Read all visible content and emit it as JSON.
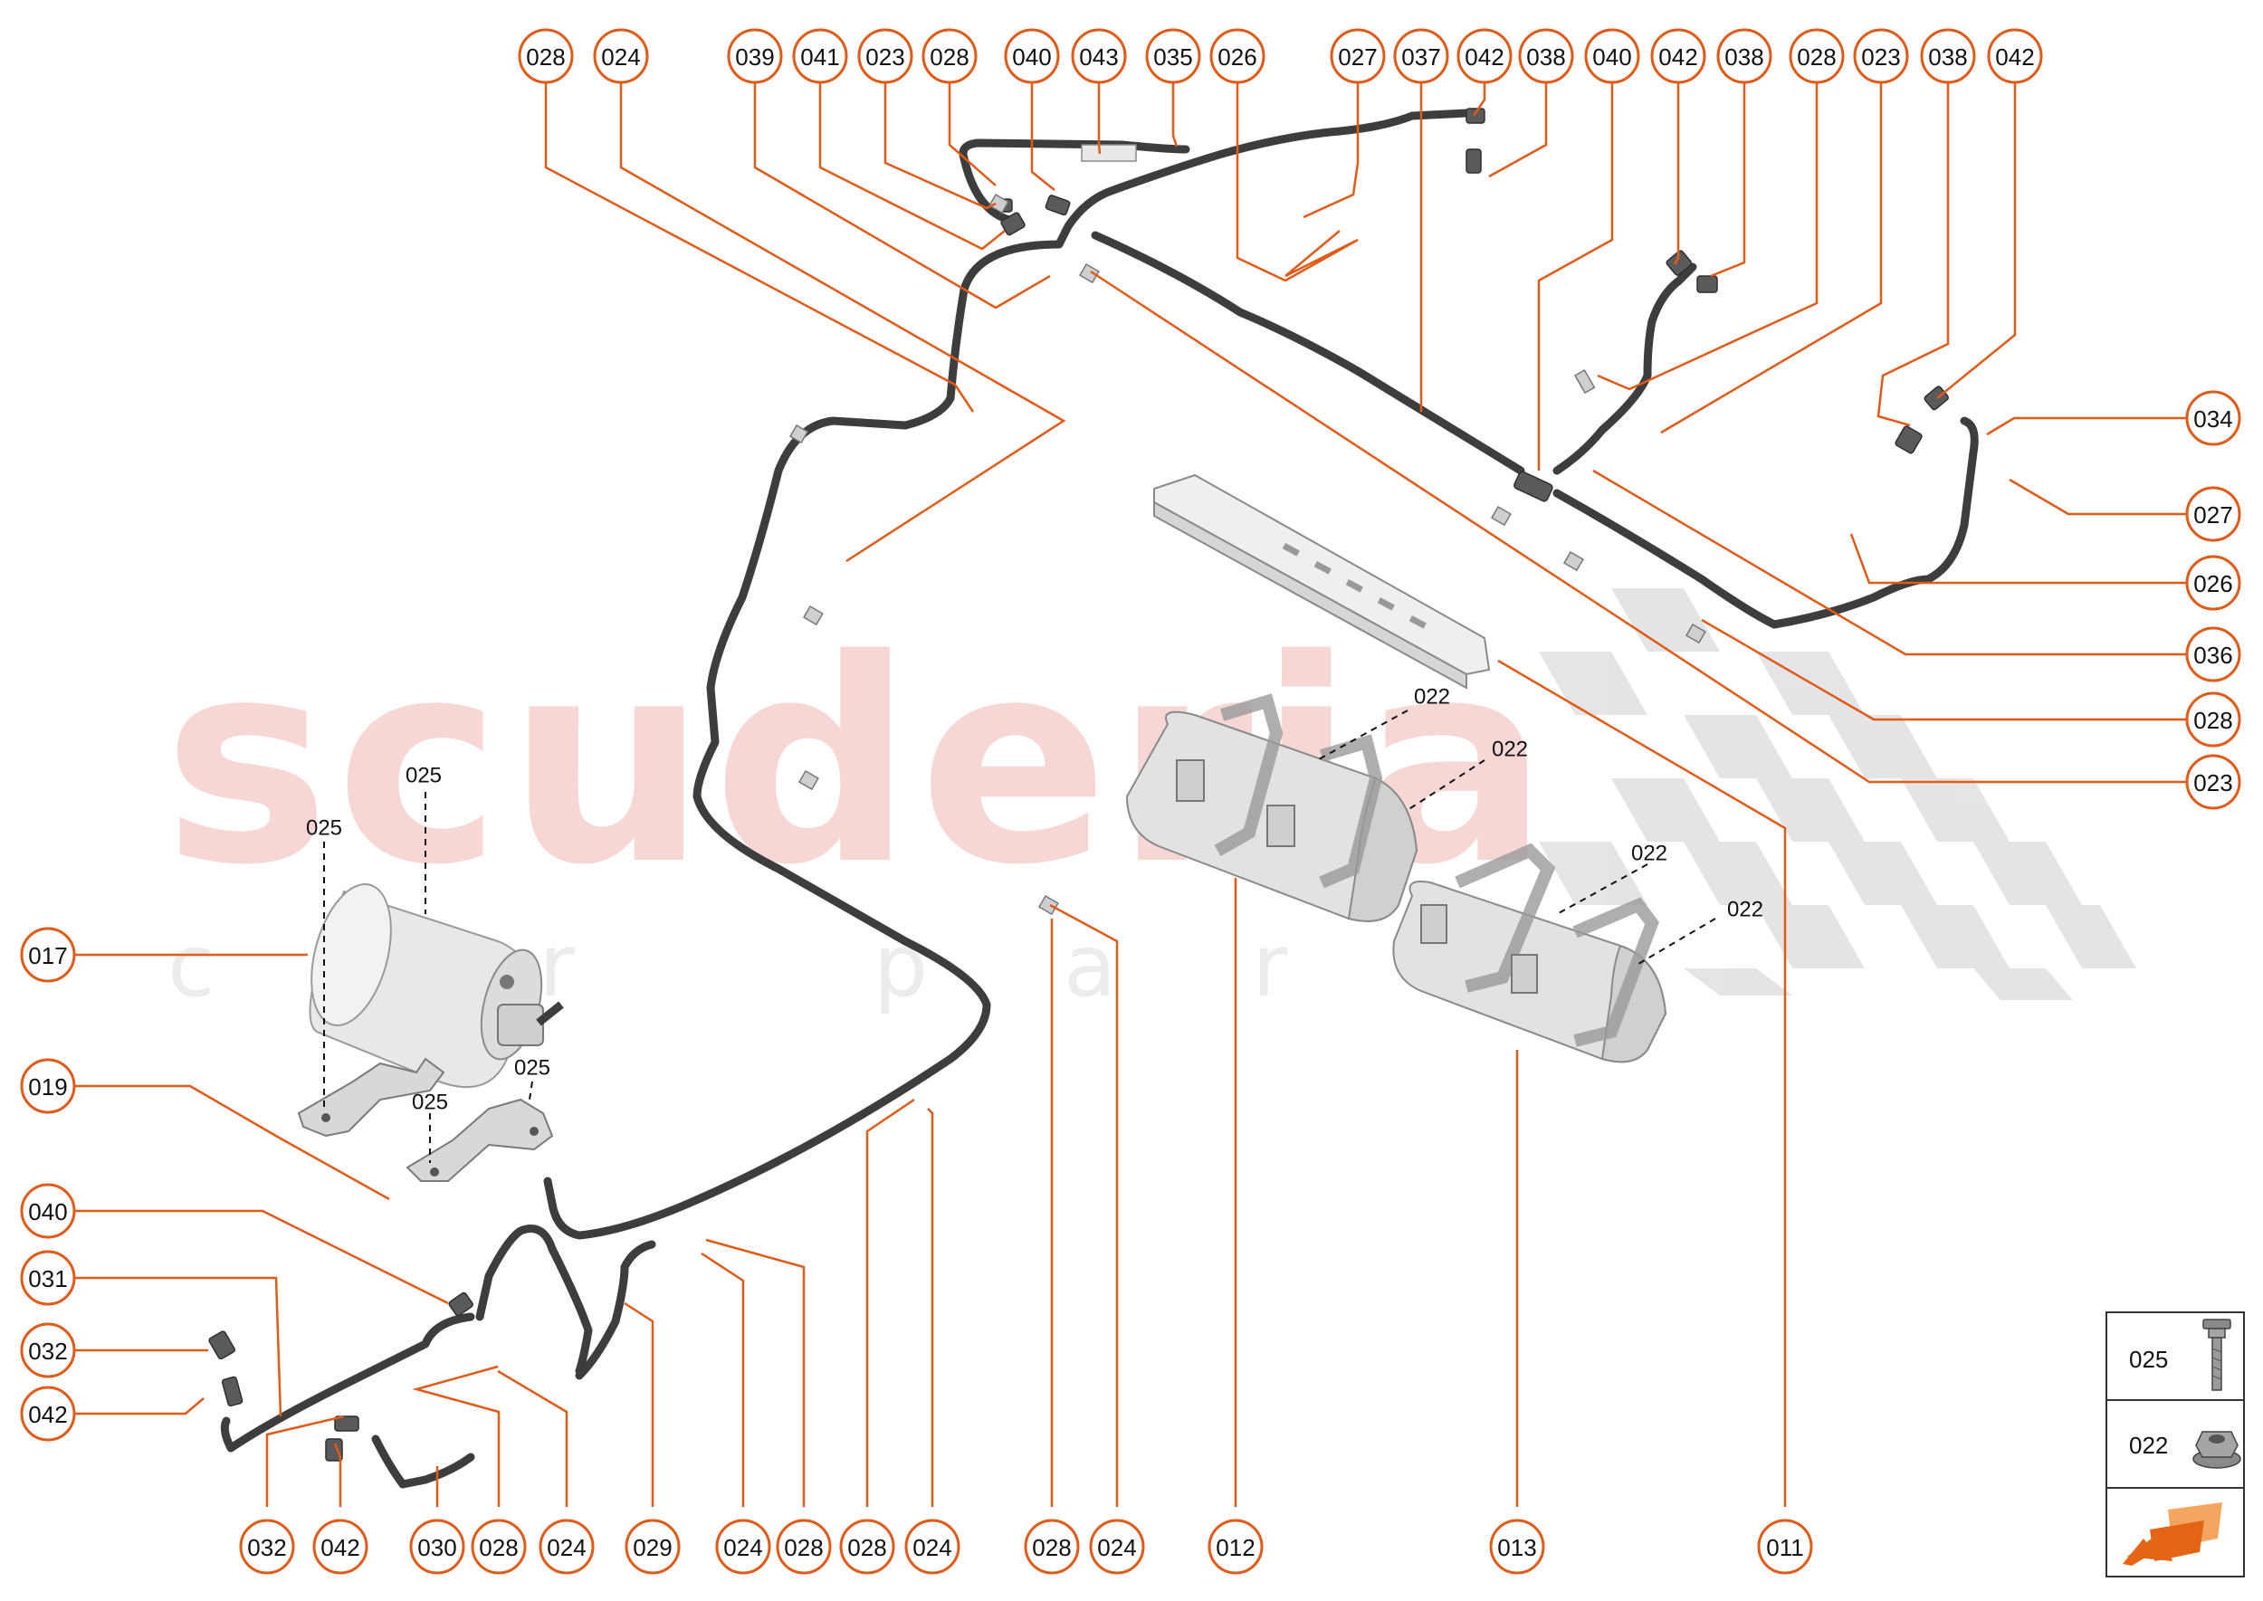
{
  "watermark": {
    "main": "scuderia",
    "sub": "car parts",
    "color": "#f4c9c9",
    "checker_color": "#d9d9de"
  },
  "colors": {
    "leader": "#e05a18",
    "callout_border": "#e05a18",
    "pipe": "#3d3d40",
    "part": "#e6e6e6"
  },
  "callouts": [
    {
      "id": "c1",
      "label": "028"
    },
    {
      "id": "c2",
      "label": "024"
    },
    {
      "id": "c3",
      "label": "039"
    },
    {
      "id": "c4",
      "label": "041"
    },
    {
      "id": "c5",
      "label": "023"
    },
    {
      "id": "c6",
      "label": "028"
    },
    {
      "id": "c7",
      "label": "040"
    },
    {
      "id": "c8",
      "label": "043"
    },
    {
      "id": "c9",
      "label": "035"
    },
    {
      "id": "c10",
      "label": "026"
    },
    {
      "id": "c11",
      "label": "027"
    },
    {
      "id": "c12",
      "label": "037"
    },
    {
      "id": "c13",
      "label": "042"
    },
    {
      "id": "c14",
      "label": "038"
    },
    {
      "id": "c15",
      "label": "040"
    },
    {
      "id": "c16",
      "label": "042"
    },
    {
      "id": "c17",
      "label": "038"
    },
    {
      "id": "c18",
      "label": "028"
    },
    {
      "id": "c19",
      "label": "023"
    },
    {
      "id": "c20",
      "label": "038"
    },
    {
      "id": "c21",
      "label": "042"
    },
    {
      "id": "r1",
      "label": "034"
    },
    {
      "id": "r2",
      "label": "027"
    },
    {
      "id": "r3",
      "label": "026"
    },
    {
      "id": "r4",
      "label": "036"
    },
    {
      "id": "r5",
      "label": "028"
    },
    {
      "id": "r6",
      "label": "023"
    },
    {
      "id": "l1",
      "label": "017"
    },
    {
      "id": "l2",
      "label": "019"
    },
    {
      "id": "l3",
      "label": "040"
    },
    {
      "id": "l4",
      "label": "031"
    },
    {
      "id": "l5",
      "label": "032"
    },
    {
      "id": "l6",
      "label": "042"
    },
    {
      "id": "b1",
      "label": "032"
    },
    {
      "id": "b2",
      "label": "042"
    },
    {
      "id": "b3",
      "label": "030"
    },
    {
      "id": "b4",
      "label": "028"
    },
    {
      "id": "b5",
      "label": "024"
    },
    {
      "id": "b6",
      "label": "029"
    },
    {
      "id": "b7",
      "label": "024"
    },
    {
      "id": "b8",
      "label": "028"
    },
    {
      "id": "b9",
      "label": "028"
    },
    {
      "id": "b10",
      "label": "024"
    },
    {
      "id": "b11",
      "label": "028"
    },
    {
      "id": "b12",
      "label": "024"
    },
    {
      "id": "b13",
      "label": "012"
    },
    {
      "id": "b14",
      "label": "013"
    },
    {
      "id": "b15",
      "label": "011"
    }
  ],
  "inline_labels": [
    {
      "id": "t1",
      "label": "025"
    },
    {
      "id": "t2",
      "label": "025"
    },
    {
      "id": "t3",
      "label": "025"
    },
    {
      "id": "t4",
      "label": "025"
    },
    {
      "id": "t5",
      "label": "022"
    },
    {
      "id": "t6",
      "label": "022"
    },
    {
      "id": "t7",
      "label": "022"
    },
    {
      "id": "t8",
      "label": "022"
    }
  ],
  "legend": [
    {
      "label": "025",
      "icon": "flange-bolt-icon"
    },
    {
      "label": "022",
      "icon": "flange-nut-icon"
    },
    {
      "label": "",
      "icon": "front-direction-arrow-icon"
    }
  ]
}
